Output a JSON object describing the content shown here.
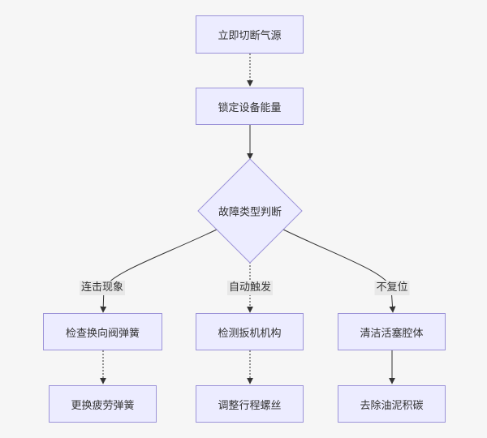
{
  "nodes": {
    "cut_air": "立即切断气源",
    "lock_energy": "锁定设备能量",
    "fault_type": "故障类型判断",
    "check_spring": "检查换向阀弹簧",
    "replace_spring": "更换疲劳弹簧",
    "check_trigger": "检测扳机机构",
    "adjust_screw": "调整行程螺丝",
    "clean_piston": "清洁活塞腔体",
    "remove_sludge": "去除油泥积碳"
  },
  "edge_labels": {
    "continuous": "连击现象",
    "auto_fire": "自动触发",
    "no_reset": "不复位"
  },
  "colors": {
    "node_fill": "#ececff",
    "node_border": "#9c93d8",
    "edge": "#333333",
    "label_bg": "#e8e8e8",
    "background": "#f6f6f6"
  }
}
